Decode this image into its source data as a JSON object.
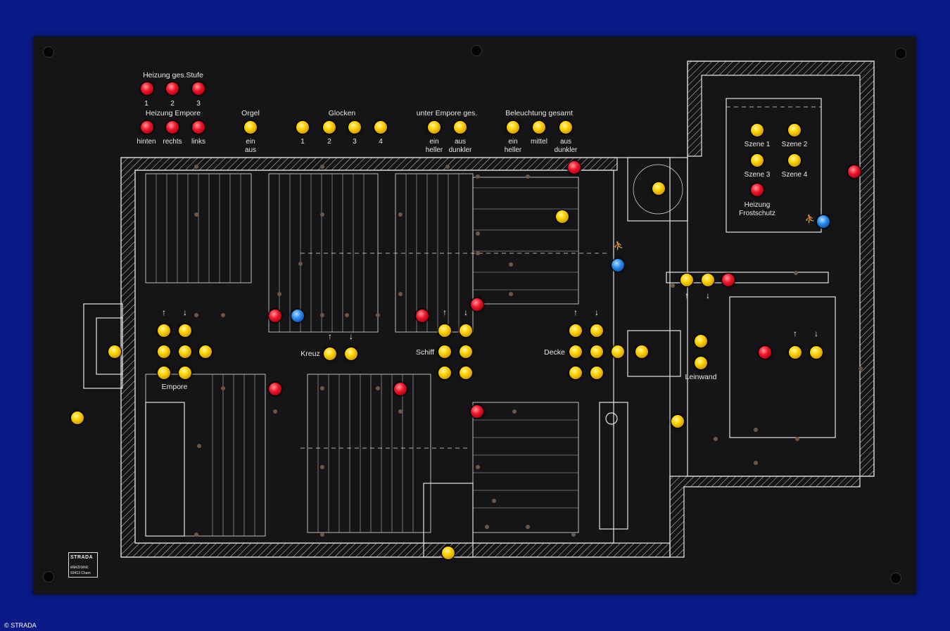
{
  "labels": {
    "heizung_stufe": "Heizung ges.Stufe",
    "heizung_empore": "Heizung Empore",
    "orgel": "Orgel",
    "glocken": "Glocken",
    "unter_empore": "unter Empore ges.",
    "beleuchtung": "Beleuchtung gesamt",
    "stufe_1": "1",
    "stufe_2": "2",
    "stufe_3": "3",
    "hinten": "hinten",
    "rechts": "rechts",
    "links": "links",
    "ein": "ein",
    "aus": "aus",
    "glocke_1": "1",
    "glocke_2": "2",
    "glocke_3": "3",
    "glocke_4": "4",
    "ue_ein": "ein",
    "ue_heller": "heller",
    "ue_aus": "aus",
    "ue_dunkler": "dunkler",
    "bg_ein": "ein",
    "bg_heller": "heller",
    "bg_mittel": "mittel",
    "bg_aus": "aus",
    "bg_dunkler": "dunkler",
    "szene_1": "Szene 1",
    "szene_2": "Szene 2",
    "szene_3": "Szene 3",
    "szene_4": "Szene 4",
    "heizung_frost_1": "Heizung",
    "heizung_frost_2": "Frostschutz",
    "empore": "Empore",
    "kreuz": "Kreuz",
    "schiff": "Schiff",
    "decke": "Decke",
    "leinwand": "Leinwand"
  },
  "logo": {
    "brand": "STRADA",
    "sub": "electronic",
    "addr": "93413 Cham"
  },
  "copyright": "© STRADA",
  "colors": {
    "background": "#0a1a86",
    "panel": "#151517",
    "yellow": "#ffd400",
    "red": "#f0142a",
    "blue": "#2a8cf0"
  },
  "icons": {
    "arrow_up": "↑",
    "arrow_down": "↓",
    "person_icon": "⛹"
  }
}
